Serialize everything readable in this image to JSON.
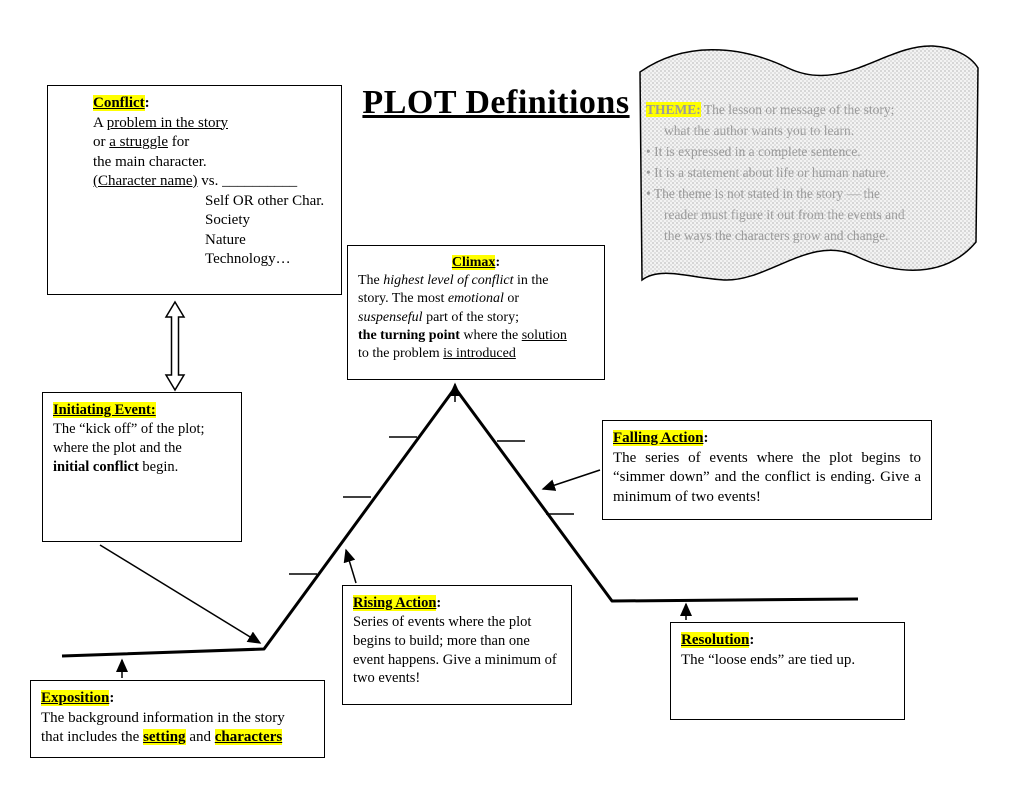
{
  "title": "PLOT Definitions",
  "theme": {
    "lines": [
      {
        "segs": [
          {
            "t": "THEME:",
            "s": "hl b f"
          },
          {
            "t": " The lesson or message of the story;",
            "s": "f"
          }
        ]
      },
      {
        "cls": "t-ind",
        "segs": [
          {
            "t": "what the author wants you to learn.",
            "s": "f"
          }
        ]
      },
      {
        "segs": [
          {
            "t": "• It is expressed in a complete sentence.",
            "s": "f"
          }
        ]
      },
      {
        "segs": [
          {
            "t": "• It is a statement about life or human nature.",
            "s": "f"
          }
        ]
      },
      {
        "segs": [
          {
            "t": "• The theme is not stated in the story — the",
            "s": "f"
          }
        ]
      },
      {
        "cls": "t-ind",
        "segs": [
          {
            "t": "reader must figure it out from the events and",
            "s": "f"
          }
        ]
      },
      {
        "cls": "t-ind",
        "segs": [
          {
            "t": "the ways the characters grow and change.",
            "s": "f"
          }
        ]
      }
    ]
  },
  "boxes": {
    "conflict": {
      "header": [
        {
          "t": "Conflict",
          "s": "hl b u"
        },
        {
          "t": ":",
          "s": "b"
        }
      ],
      "lines": [
        {
          "segs": [
            {
              "t": "A ",
              "s": ""
            },
            {
              "t": "problem in the story",
              "s": "u"
            }
          ]
        },
        {
          "segs": [
            {
              "t": "or ",
              "s": ""
            },
            {
              "t": "a struggle",
              "s": "u"
            },
            {
              "t": " for",
              "s": ""
            }
          ]
        },
        {
          "segs": [
            {
              "t": "the main character.",
              "s": ""
            }
          ]
        },
        {
          "segs": [
            {
              "t": "(Character name)",
              "s": "u"
            },
            {
              "t": " vs. __________",
              "s": ""
            }
          ]
        },
        {
          "cls": "ind",
          "segs": [
            {
              "t": "Self  OR other Char.",
              "s": ""
            }
          ]
        },
        {
          "cls": "ind",
          "segs": [
            {
              "t": "Society",
              "s": ""
            }
          ]
        },
        {
          "cls": "ind",
          "segs": [
            {
              "t": "Nature",
              "s": ""
            }
          ]
        },
        {
          "cls": "ind",
          "segs": [
            {
              "t": "Technology…",
              "s": ""
            }
          ]
        }
      ]
    },
    "climax": {
      "header": [
        {
          "t": "Climax",
          "s": "hl b u"
        },
        {
          "t": ":",
          "s": "b"
        }
      ],
      "lines": [
        {
          "segs": [
            {
              "t": "The ",
              "s": ""
            },
            {
              "t": "highest level of conflict",
              "s": "i"
            },
            {
              "t": " in the",
              "s": ""
            }
          ]
        },
        {
          "segs": [
            {
              "t": "story. The most ",
              "s": ""
            },
            {
              "t": "emotional",
              "s": "i"
            },
            {
              "t": " or",
              "s": ""
            }
          ]
        },
        {
          "segs": [
            {
              "t": "suspenseful",
              "s": "i"
            },
            {
              "t": " part of the story;",
              "s": ""
            }
          ]
        },
        {
          "segs": [
            {
              "t": "the turning point",
              "s": "b"
            },
            {
              "t": " where the ",
              "s": ""
            },
            {
              "t": "solution",
              "s": "u"
            }
          ]
        },
        {
          "segs": [
            {
              "t": "to the problem ",
              "s": ""
            },
            {
              "t": "is introduced",
              "s": "u"
            }
          ]
        }
      ]
    },
    "initiating": {
      "header": [
        {
          "t": "Initiating Event:",
          "s": "hl b u"
        }
      ],
      "lines": [
        {
          "segs": [
            {
              "t": "The “kick off” of the plot;",
              "s": ""
            }
          ]
        },
        {
          "segs": [
            {
              "t": "where the plot and the",
              "s": ""
            }
          ]
        },
        {
          "segs": [
            {
              "t": "initial conflict",
              "s": "b"
            },
            {
              "t": " begin.",
              "s": ""
            }
          ]
        }
      ]
    },
    "falling": {
      "header": [
        {
          "t": "Falling Action",
          "s": "hl b u"
        },
        {
          "t": ":",
          "s": "b"
        }
      ],
      "lines": [
        {
          "cls": "just",
          "segs": [
            {
              "t": "The series of events where the plot begins to “simmer down” and the conflict is ending. Give a minimum of two events!",
              "s": ""
            }
          ]
        }
      ]
    },
    "rising": {
      "header": [
        {
          "t": "Rising Action",
          "s": "hl b u"
        },
        {
          "t": ":",
          "s": "b"
        }
      ],
      "lines": [
        {
          "segs": [
            {
              "t": "Series of events where the plot begins to build; more than one event happens. Give a minimum of two events!",
              "s": ""
            }
          ]
        }
      ]
    },
    "resolution": {
      "header": [
        {
          "t": "Resolution",
          "s": "hl b u"
        },
        {
          "t": ":",
          "s": "b"
        }
      ],
      "lines": [
        {
          "segs": [
            {
              "t": "The “loose ends” are tied up.",
              "s": ""
            }
          ]
        }
      ]
    },
    "exposition": {
      "header": [
        {
          "t": "Exposition",
          "s": "hl b u"
        },
        {
          "t": ":",
          "s": "b"
        }
      ],
      "lines": [
        {
          "segs": [
            {
              "t": "The background information in the story",
              "s": ""
            }
          ]
        },
        {
          "segs": [
            {
              "t": "that includes the ",
              "s": ""
            },
            {
              "t": "setting",
              "s": "hl b u"
            },
            {
              "t": " and ",
              "s": ""
            },
            {
              "t": "characters",
              "s": "hl b u"
            }
          ]
        }
      ]
    }
  },
  "colors": {
    "highlight": "#ffff00",
    "line": "#000000",
    "faint_text": "#9b9b9b"
  }
}
